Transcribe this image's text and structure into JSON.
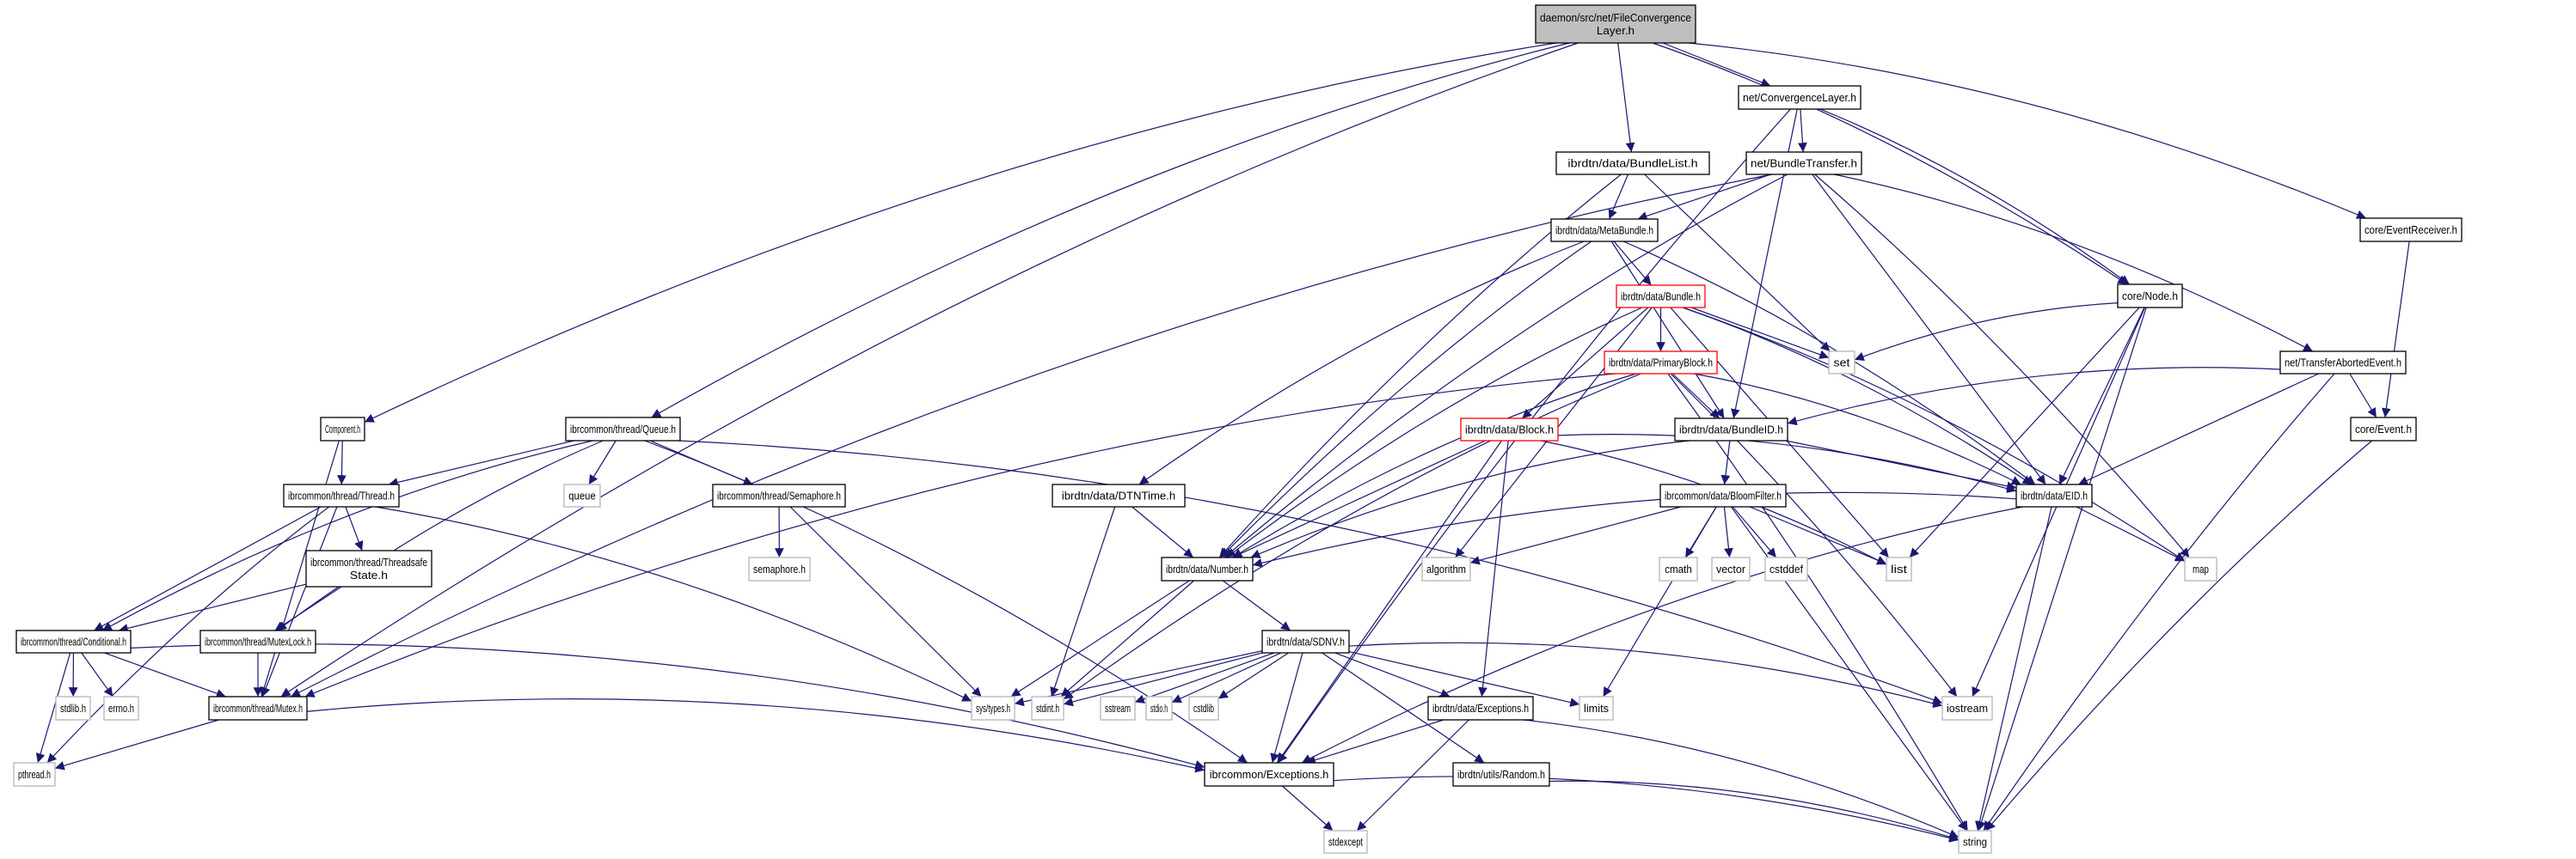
{
  "diagram": {
    "type": "include-dependency-graph",
    "root": "daemon/src/net/FileConvergenceLayer.h",
    "colors": {
      "edge": "#191970",
      "root_fill": "#bfbfbf",
      "node_border": "#000000",
      "system_border": "#bfbfbf",
      "red_border": "#ff0000"
    },
    "nodes": [
      {
        "id": "root",
        "lines": [
          "daemon/src/net/FileConvergence",
          "Layer.h"
        ],
        "kind": "root"
      },
      {
        "id": "convlayer",
        "lines": [
          "net/ConvergenceLayer.h"
        ],
        "kind": "normal"
      },
      {
        "id": "bundlelist",
        "lines": [
          "ibrdtn/data/BundleList.h"
        ],
        "kind": "normal"
      },
      {
        "id": "bundletransfer",
        "lines": [
          "net/BundleTransfer.h"
        ],
        "kind": "normal"
      },
      {
        "id": "metabundle",
        "lines": [
          "ibrdtn/data/MetaBundle.h"
        ],
        "kind": "normal"
      },
      {
        "id": "bundle",
        "lines": [
          "ibrdtn/data/Bundle.h"
        ],
        "kind": "red"
      },
      {
        "id": "primaryblock",
        "lines": [
          "ibrdtn/data/PrimaryBlock.h"
        ],
        "kind": "red"
      },
      {
        "id": "set",
        "lines": [
          "set"
        ],
        "kind": "system"
      },
      {
        "id": "eventreceiver",
        "lines": [
          "core/EventReceiver.h"
        ],
        "kind": "normal"
      },
      {
        "id": "node",
        "lines": [
          "core/Node.h"
        ],
        "kind": "normal"
      },
      {
        "id": "transferaborted",
        "lines": [
          "net/TransferAbortedEvent.h"
        ],
        "kind": "normal"
      },
      {
        "id": "event",
        "lines": [
          "core/Event.h"
        ],
        "kind": "normal"
      },
      {
        "id": "component",
        "lines": [
          "Component.h"
        ],
        "kind": "normal"
      },
      {
        "id": "queue_h",
        "lines": [
          "ibrcommon/thread/Queue.h"
        ],
        "kind": "normal"
      },
      {
        "id": "block",
        "lines": [
          "ibrdtn/data/Block.h"
        ],
        "kind": "red"
      },
      {
        "id": "bundleid",
        "lines": [
          "ibrdtn/data/BundleID.h"
        ],
        "kind": "normal"
      },
      {
        "id": "eid",
        "lines": [
          "ibrdtn/data/EID.h"
        ],
        "kind": "normal"
      },
      {
        "id": "thread",
        "lines": [
          "ibrcommon/thread/Thread.h"
        ],
        "kind": "normal"
      },
      {
        "id": "queue",
        "lines": [
          "queue"
        ],
        "kind": "system"
      },
      {
        "id": "semaphore_h",
        "lines": [
          "ibrcommon/thread/Semaphore.h"
        ],
        "kind": "normal"
      },
      {
        "id": "dtntime",
        "lines": [
          "ibrdtn/data/DTNTime.h"
        ],
        "kind": "normal"
      },
      {
        "id": "bloomfilter",
        "lines": [
          "ibrcommon/data/BloomFilter.h"
        ],
        "kind": "normal"
      },
      {
        "id": "threadsafe",
        "lines": [
          "ibrcommon/thread/Threadsafe",
          "State.h"
        ],
        "kind": "normal"
      },
      {
        "id": "semaphore",
        "lines": [
          "semaphore.h"
        ],
        "kind": "system"
      },
      {
        "id": "number",
        "lines": [
          "ibrdtn/data/Number.h"
        ],
        "kind": "normal"
      },
      {
        "id": "algorithm",
        "lines": [
          "algorithm"
        ],
        "kind": "system"
      },
      {
        "id": "cmath",
        "lines": [
          "cmath"
        ],
        "kind": "system"
      },
      {
        "id": "vector",
        "lines": [
          "vector"
        ],
        "kind": "system"
      },
      {
        "id": "cstddef",
        "lines": [
          "cstddef"
        ],
        "kind": "system"
      },
      {
        "id": "list",
        "lines": [
          "list"
        ],
        "kind": "system"
      },
      {
        "id": "map",
        "lines": [
          "map"
        ],
        "kind": "system"
      },
      {
        "id": "conditional",
        "lines": [
          "ibrcommon/thread/Conditional.h"
        ],
        "kind": "normal"
      },
      {
        "id": "mutexlock",
        "lines": [
          "ibrcommon/thread/MutexLock.h"
        ],
        "kind": "normal"
      },
      {
        "id": "sdnv",
        "lines": [
          "ibrdtn/data/SDNV.h"
        ],
        "kind": "normal"
      },
      {
        "id": "stdlib",
        "lines": [
          "stdlib.h"
        ],
        "kind": "system"
      },
      {
        "id": "errno",
        "lines": [
          "errno.h"
        ],
        "kind": "system"
      },
      {
        "id": "mutex",
        "lines": [
          "ibrcommon/thread/Mutex.h"
        ],
        "kind": "normal"
      },
      {
        "id": "systypes",
        "lines": [
          "sys/types.h"
        ],
        "kind": "system"
      },
      {
        "id": "stdint",
        "lines": [
          "stdint.h"
        ],
        "kind": "system"
      },
      {
        "id": "sstream",
        "lines": [
          "sstream"
        ],
        "kind": "system"
      },
      {
        "id": "stdio",
        "lines": [
          "stdio.h"
        ],
        "kind": "system"
      },
      {
        "id": "cstdlib",
        "lines": [
          "cstdlib"
        ],
        "kind": "system"
      },
      {
        "id": "dtnexceptions",
        "lines": [
          "ibrdtn/data/Exceptions.h"
        ],
        "kind": "normal"
      },
      {
        "id": "limits",
        "lines": [
          "limits"
        ],
        "kind": "system"
      },
      {
        "id": "iostream",
        "lines": [
          "iostream"
        ],
        "kind": "system"
      },
      {
        "id": "pthread",
        "lines": [
          "pthread.h"
        ],
        "kind": "system"
      },
      {
        "id": "exceptions",
        "lines": [
          "ibrcommon/Exceptions.h"
        ],
        "kind": "normal"
      },
      {
        "id": "random",
        "lines": [
          "ibrdtn/utils/Random.h"
        ],
        "kind": "normal"
      },
      {
        "id": "stdexcept",
        "lines": [
          "stdexcept"
        ],
        "kind": "system"
      },
      {
        "id": "string",
        "lines": [
          "string"
        ],
        "kind": "system"
      }
    ],
    "edges": [
      [
        "root",
        "convlayer"
      ],
      [
        "root",
        "bundlelist"
      ],
      [
        "root",
        "component"
      ],
      [
        "root",
        "queue_h"
      ],
      [
        "root",
        "mutex"
      ],
      [
        "root",
        "node"
      ],
      [
        "root",
        "eventreceiver"
      ],
      [
        "convlayer",
        "bundletransfer"
      ],
      [
        "convlayer",
        "exceptions"
      ],
      [
        "convlayer",
        "node"
      ],
      [
        "convlayer",
        "bundleid"
      ],
      [
        "bundlelist",
        "metabundle"
      ],
      [
        "bundlelist",
        "set"
      ],
      [
        "bundlelist",
        "number"
      ],
      [
        "bundletransfer",
        "metabundle"
      ],
      [
        "bundletransfer",
        "transferaborted"
      ],
      [
        "bundletransfer",
        "eid"
      ],
      [
        "bundletransfer",
        "map"
      ],
      [
        "bundletransfer",
        "number"
      ],
      [
        "bundletransfer",
        "mutex"
      ],
      [
        "metabundle",
        "bundle"
      ],
      [
        "metabundle",
        "bundleid"
      ],
      [
        "metabundle",
        "eid"
      ],
      [
        "metabundle",
        "dtntime"
      ],
      [
        "metabundle",
        "number"
      ],
      [
        "bundle",
        "primaryblock"
      ],
      [
        "bundle",
        "block"
      ],
      [
        "bundle",
        "set"
      ],
      [
        "bundle",
        "list"
      ],
      [
        "bundle",
        "eid"
      ],
      [
        "bundle",
        "map"
      ],
      [
        "bundle",
        "number"
      ],
      [
        "bundle",
        "algorithm"
      ],
      [
        "primaryblock",
        "bundleid"
      ],
      [
        "primaryblock",
        "eid"
      ],
      [
        "primaryblock",
        "number"
      ],
      [
        "primaryblock",
        "string"
      ],
      [
        "primaryblock",
        "iostream"
      ],
      [
        "primaryblock",
        "mutex"
      ],
      [
        "primaryblock",
        "stdint"
      ],
      [
        "block",
        "eid"
      ],
      [
        "block",
        "number"
      ],
      [
        "block",
        "list"
      ],
      [
        "block",
        "dtnexceptions"
      ],
      [
        "block",
        "exceptions"
      ],
      [
        "bundleid",
        "bloomfilter"
      ],
      [
        "bundleid",
        "eid"
      ],
      [
        "bundleid",
        "number"
      ],
      [
        "bloomfilter",
        "algorithm"
      ],
      [
        "bloomfilter",
        "cmath"
      ],
      [
        "bloomfilter",
        "vector"
      ],
      [
        "bloomfilter",
        "cstddef"
      ],
      [
        "bloomfilter",
        "list"
      ],
      [
        "bloomfilter",
        "string"
      ],
      [
        "bloomfilter",
        "limits"
      ],
      [
        "eid",
        "number"
      ],
      [
        "eid",
        "string"
      ],
      [
        "eid",
        "map"
      ],
      [
        "eid",
        "exceptions"
      ],
      [
        "node",
        "eid"
      ],
      [
        "node",
        "set"
      ],
      [
        "node",
        "list"
      ],
      [
        "node",
        "iostream"
      ],
      [
        "node",
        "string"
      ],
      [
        "eventreceiver",
        "event"
      ],
      [
        "transferaborted",
        "event"
      ],
      [
        "transferaborted",
        "eid"
      ],
      [
        "transferaborted",
        "bundleid"
      ],
      [
        "transferaborted",
        "string"
      ],
      [
        "event",
        "string"
      ],
      [
        "component",
        "thread"
      ],
      [
        "component",
        "mutex"
      ],
      [
        "queue_h",
        "thread"
      ],
      [
        "queue_h",
        "queue"
      ],
      [
        "queue_h",
        "semaphore_h"
      ],
      [
        "queue_h",
        "mutexlock"
      ],
      [
        "queue_h",
        "conditional"
      ],
      [
        "queue_h",
        "exceptions"
      ],
      [
        "queue_h",
        "iostream"
      ],
      [
        "thread",
        "threadsafe"
      ],
      [
        "thread",
        "conditional"
      ],
      [
        "thread",
        "mutex"
      ],
      [
        "thread",
        "systypes"
      ],
      [
        "thread",
        "pthread"
      ],
      [
        "threadsafe",
        "mutexlock"
      ],
      [
        "threadsafe",
        "conditional"
      ],
      [
        "semaphore_h",
        "semaphore"
      ],
      [
        "semaphore_h",
        "systypes"
      ],
      [
        "dtntime",
        "number"
      ],
      [
        "dtntime",
        "stdint"
      ],
      [
        "number",
        "sdnv"
      ],
      [
        "number",
        "systypes"
      ],
      [
        "number",
        "stdint"
      ],
      [
        "conditional",
        "stdlib"
      ],
      [
        "conditional",
        "errno"
      ],
      [
        "conditional",
        "pthread"
      ],
      [
        "conditional",
        "mutex"
      ],
      [
        "conditional",
        "exceptions"
      ],
      [
        "mutexlock",
        "mutex"
      ],
      [
        "mutex",
        "pthread"
      ],
      [
        "mutex",
        "exceptions"
      ],
      [
        "sdnv",
        "sstream"
      ],
      [
        "sdnv",
        "stdio"
      ],
      [
        "sdnv",
        "cstdlib"
      ],
      [
        "sdnv",
        "dtnexceptions"
      ],
      [
        "sdnv",
        "limits"
      ],
      [
        "sdnv",
        "iostream"
      ],
      [
        "sdnv",
        "systypes"
      ],
      [
        "sdnv",
        "stdint"
      ],
      [
        "sdnv",
        "exceptions"
      ],
      [
        "sdnv",
        "random"
      ],
      [
        "dtnexceptions",
        "exceptions"
      ],
      [
        "dtnexceptions",
        "stdexcept"
      ],
      [
        "dtnexceptions",
        "string"
      ],
      [
        "exceptions",
        "stdexcept"
      ],
      [
        "exceptions",
        "string"
      ],
      [
        "random",
        "string"
      ]
    ]
  }
}
